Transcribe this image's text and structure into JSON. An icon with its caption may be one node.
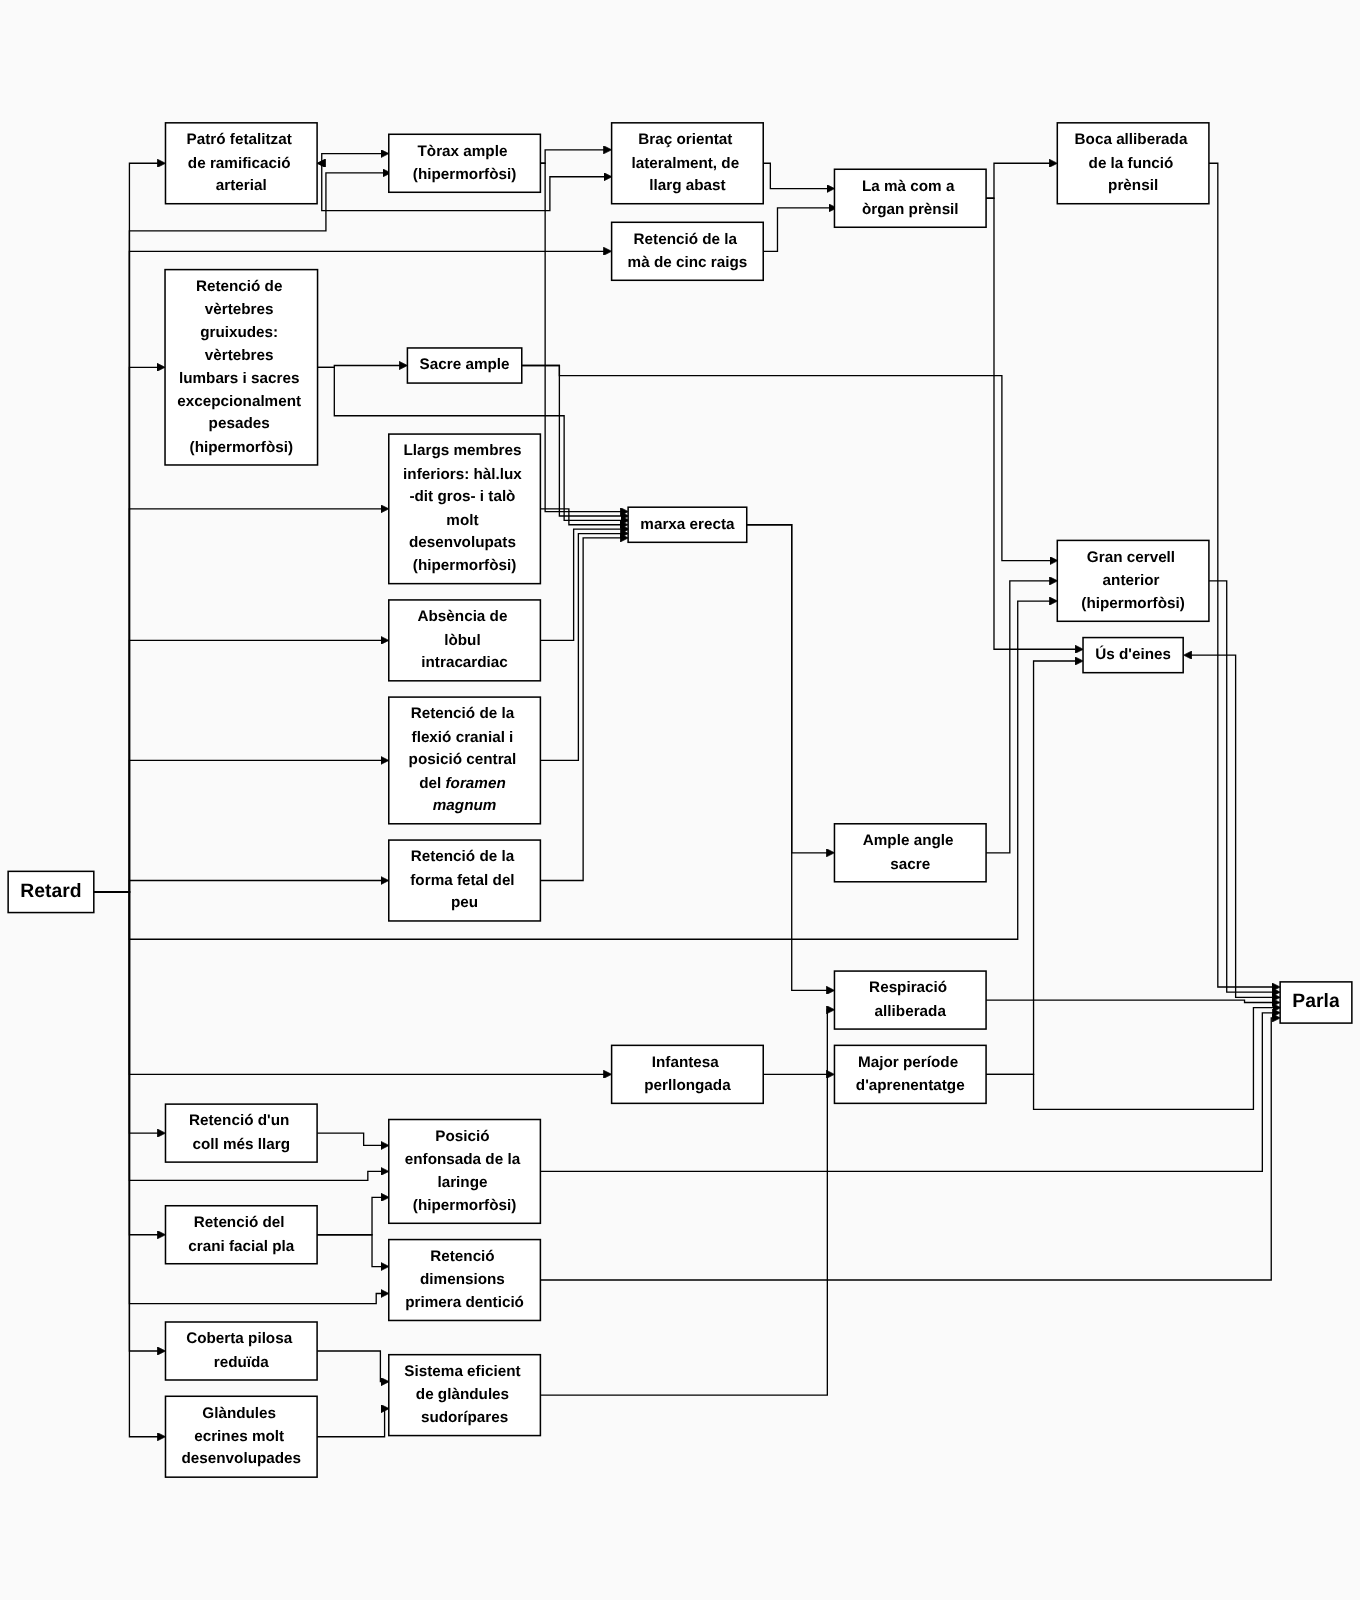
{
  "diagram": {
    "nodes": [
      {
        "text": [
          "Patró fetalitzat de ramificació arterial"
        ]
      },
      {
        "text": [
          "Braç orientat lateralment, de llarg abast"
        ]
      },
      {
        "text": [
          "Tòrax ample (hipermorfòsi)"
        ]
      },
      {
        "text": [
          "La mà com a òrgan prènsil"
        ]
      },
      {
        "text": [
          "Boca alliberada de la funció prènsil"
        ]
      },
      {
        "text": [
          "Retenció de la mà de cinc raigs"
        ]
      },
      {
        "text": [
          "Retenció de vèrtebres gruixudes: vèrtebres lumbars i sacres excepcionalment pesades (hipermorfòsi)"
        ]
      },
      {
        "text": [
          "Sacre ample"
        ]
      },
      {
        "text": [
          "Ús d'eines"
        ]
      },
      {
        "text": [
          "Llargs membres inferiors: hàl.lux -dit gros- i talò molt desenvolupats (hipermorfòsi)"
        ]
      },
      {
        "text": [
          "Absència de lòbul intracardiac"
        ]
      },
      {
        "text": [
          "marxa erecta"
        ]
      },
      {
        "text": [
          "Respiració alliberada"
        ]
      },
      {
        "text": [
          "Retenció de la flexió cranial i posició central del *foramen magnum*"
        ]
      },
      {
        "text": [
          "Retenció de la forma fetal del peu"
        ]
      },
      {
        "text": [
          "Parla"
        ]
      },
      {
        "text": [
          "Ample angle sacre"
        ]
      },
      {
        "text": [
          "Retard"
        ]
      },
      {
        "text": [
          "Gran cervell anterior (hipermorfòsi)"
        ]
      },
      {
        "text": [
          "Infantesa perllongada"
        ]
      },
      {
        "text": [
          "Major període d'aprenentatge"
        ]
      },
      {
        "text": [
          "Retenció d'un coll més llarg"
        ]
      },
      {
        "text": [
          "Posició enfonsada de la laringe (hipermorfòsi)"
        ]
      },
      {
        "text": [
          "Retenció del crani facial pla"
        ]
      },
      {
        "text": [
          "Retenció dimensions primera dentició"
        ]
      },
      {
        "text": [
          "Coberta pilosa reduïda"
        ]
      },
      {
        "text": [
          "Sistema eficient de glàndules sudorípares"
        ]
      },
      {
        "text": [
          "Glàndules ecrines molt desenvolupades"
        ]
      }
    ],
    "edges": [
      {
        "from": 17,
        "to": 0,
        "arrow": "to"
      },
      {
        "from": 17,
        "to": 2,
        "arrow": "to"
      },
      {
        "from": 17,
        "to": 5,
        "arrow": "to"
      },
      {
        "from": 17,
        "to": 6,
        "arrow": "to"
      },
      {
        "from": 17,
        "to": 9,
        "arrow": "to"
      },
      {
        "from": 17,
        "to": 10,
        "arrow": "to"
      },
      {
        "from": 17,
        "to": 13,
        "arrow": "to"
      },
      {
        "from": 17,
        "to": 14,
        "arrow": "to"
      },
      {
        "from": 17,
        "to": 18,
        "arrow": "to"
      },
      {
        "from": 17,
        "to": 19,
        "arrow": "to"
      },
      {
        "from": 17,
        "to": 21,
        "arrow": "to"
      },
      {
        "from": 17,
        "to": 22,
        "arrow": "to"
      },
      {
        "from": 17,
        "to": 23,
        "arrow": "to"
      },
      {
        "from": 17,
        "to": 24,
        "arrow": "to"
      },
      {
        "from": 17,
        "to": 25,
        "arrow": "to"
      },
      {
        "from": 17,
        "to": 27,
        "arrow": "to"
      },
      {
        "from": 0,
        "to": 2,
        "arrow": "both"
      },
      {
        "from": 0,
        "to": 1,
        "arrow": "both"
      },
      {
        "from": 2,
        "to": 1,
        "arrow": "to"
      },
      {
        "from": 2,
        "to": 11,
        "arrow": "to"
      },
      {
        "from": 1,
        "to": 3,
        "arrow": "to"
      },
      {
        "from": 5,
        "to": 3,
        "arrow": "to"
      },
      {
        "from": 3,
        "to": 4,
        "arrow": "to"
      },
      {
        "from": 3,
        "to": 8,
        "arrow": "to"
      },
      {
        "from": 4,
        "to": 15,
        "arrow": "to"
      },
      {
        "from": 6,
        "to": 7,
        "arrow": "to"
      },
      {
        "from": 6,
        "to": 11,
        "arrow": "to"
      },
      {
        "from": 7,
        "to": 11,
        "arrow": "to"
      },
      {
        "from": 7,
        "to": 18,
        "arrow": "to"
      },
      {
        "from": 9,
        "to": 11,
        "arrow": "to"
      },
      {
        "from": 10,
        "to": 11,
        "arrow": "to"
      },
      {
        "from": 13,
        "to": 11,
        "arrow": "to"
      },
      {
        "from": 14,
        "to": 11,
        "arrow": "to"
      },
      {
        "from": 11,
        "to": 12,
        "arrow": "to"
      },
      {
        "from": 11,
        "to": 16,
        "arrow": "to"
      },
      {
        "from": 16,
        "to": 18,
        "arrow": "to"
      },
      {
        "from": 12,
        "to": 15,
        "arrow": "to"
      },
      {
        "from": 8,
        "to": 15,
        "arrow": "both"
      },
      {
        "from": 18,
        "to": 15,
        "arrow": "to"
      },
      {
        "from": 19,
        "to": 20,
        "arrow": "to"
      },
      {
        "from": 20,
        "to": 8,
        "arrow": "to"
      },
      {
        "from": 20,
        "to": 15,
        "arrow": "to"
      },
      {
        "from": 21,
        "to": 22,
        "arrow": "to"
      },
      {
        "from": 23,
        "to": 22,
        "arrow": "to"
      },
      {
        "from": 23,
        "to": 24,
        "arrow": "to"
      },
      {
        "from": 22,
        "to": 15,
        "arrow": "to"
      },
      {
        "from": 24,
        "to": 15,
        "arrow": "to"
      },
      {
        "from": 25,
        "to": 26,
        "arrow": "to"
      },
      {
        "from": 27,
        "to": 26,
        "arrow": "to"
      },
      {
        "from": 26,
        "to": 12,
        "arrow": "to"
      }
    ]
  }
}
